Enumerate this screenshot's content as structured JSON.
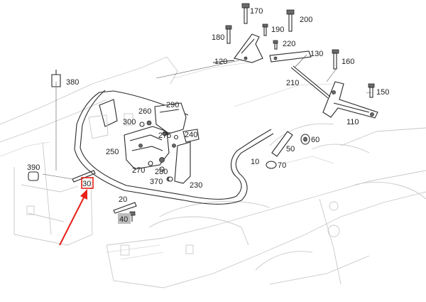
{
  "labels": {
    "l10": "10",
    "l20": "20",
    "l30": "30",
    "l40": "40",
    "l50": "50",
    "l60": "60",
    "l70": "70",
    "l110": "110",
    "l120": "120",
    "l130": "130",
    "l150": "150",
    "l160": "160",
    "l170": "170",
    "l180": "180",
    "l190": "190",
    "l200": "200",
    "l210": "210",
    "l220": "220",
    "l230": "230",
    "l240": "240",
    "l250": "250",
    "l260": "260",
    "l270": "270",
    "l275": "275",
    "l280": "280",
    "l290": "290",
    "l300": "300",
    "l370": "370",
    "l380": "380",
    "l390": "390"
  },
  "colors": {
    "highlight_box": "#e8201a",
    "arrow": "#e8201a",
    "label_40_bg": "#bdbdbd"
  }
}
